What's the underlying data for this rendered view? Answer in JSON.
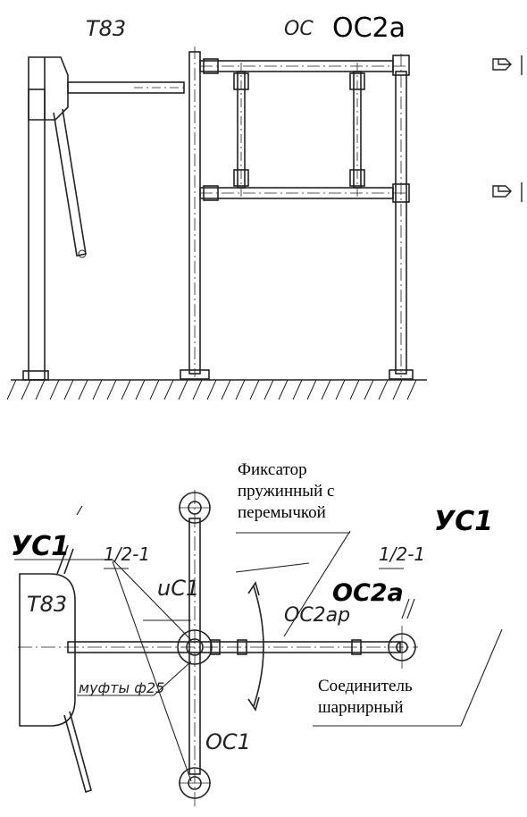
{
  "top_view": {
    "label_t83": "T83",
    "label_oc_cut": "OC",
    "label_oc2a": "OC2a"
  },
  "plan_view": {
    "label_us1_left": "УС1",
    "label_us1_right": "УС1",
    "label_oc2a": "OC2a",
    "label_t83": "T83",
    "label_uc1": "uC1",
    "label_oc1": "OC1",
    "label_oc2ap": "OC2ap",
    "label_muft": "муфты ф25",
    "label_dim_left": "1/2-1",
    "label_dim_right": "1/2-1",
    "label_fixator": [
      "Фиксатор",
      "пружинный с",
      "перемычкой"
    ],
    "label_connector": [
      "Соединитель",
      "шарнирный"
    ]
  },
  "colors": {
    "line": "#222222",
    "text": "#000000"
  }
}
